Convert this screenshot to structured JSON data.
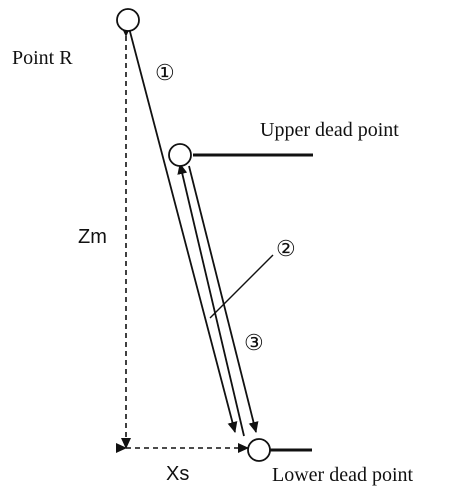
{
  "labels": {
    "point_r": "Point R",
    "upper_dead_point": "Upper dead point",
    "lower_dead_point": "Lower dead point",
    "zm": "Zm",
    "xs": "Xs"
  },
  "markers": {
    "step1": "①",
    "step2": "②",
    "step3": "③"
  },
  "colors": {
    "ink": "#111111",
    "background": "#ffffff"
  }
}
